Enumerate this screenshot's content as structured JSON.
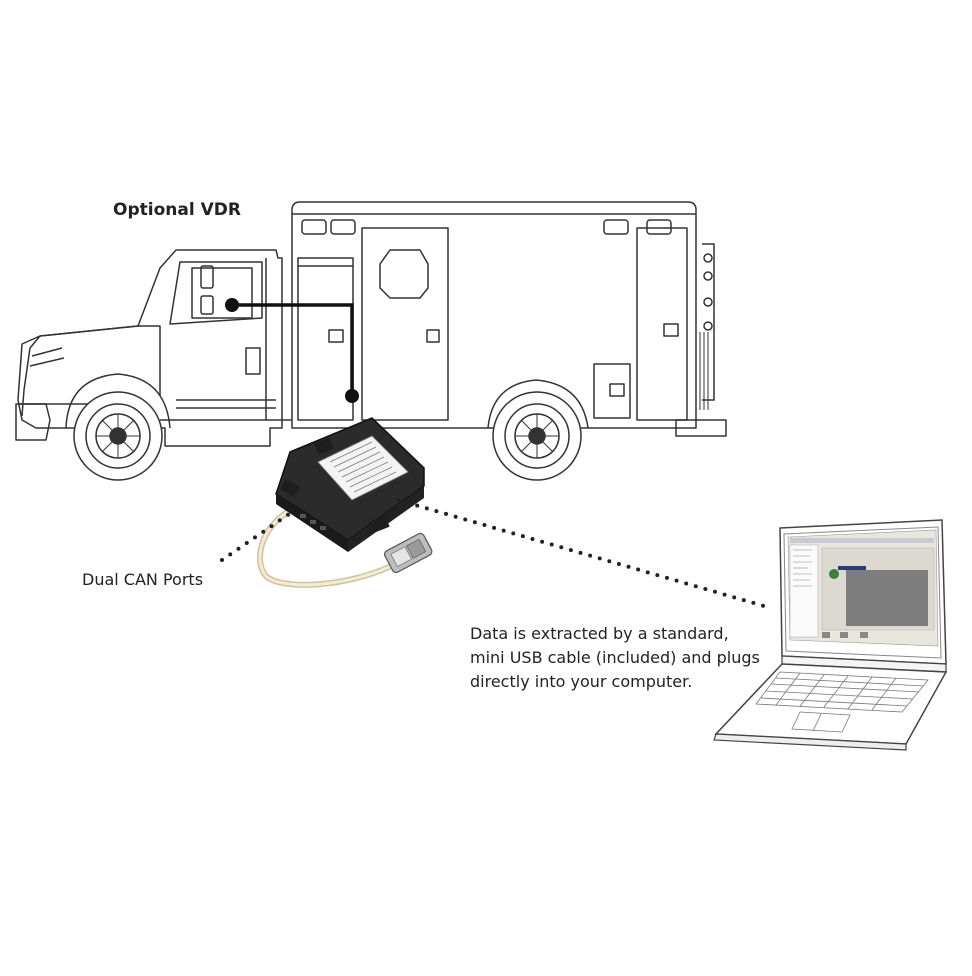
{
  "labels": {
    "vdr": "Optional VDR",
    "can_ports": "Dual CAN Ports",
    "usb_lines": [
      "Data is extracted by a standard,",
      "mini USB cable (included) and plugs",
      "directly into your computer."
    ]
  },
  "colors": {
    "line": "#333333",
    "device_body": "#2b2b2b",
    "cable": "#e8dcb5",
    "dots": "#222222",
    "screen_gray": "#7d7d7d"
  }
}
